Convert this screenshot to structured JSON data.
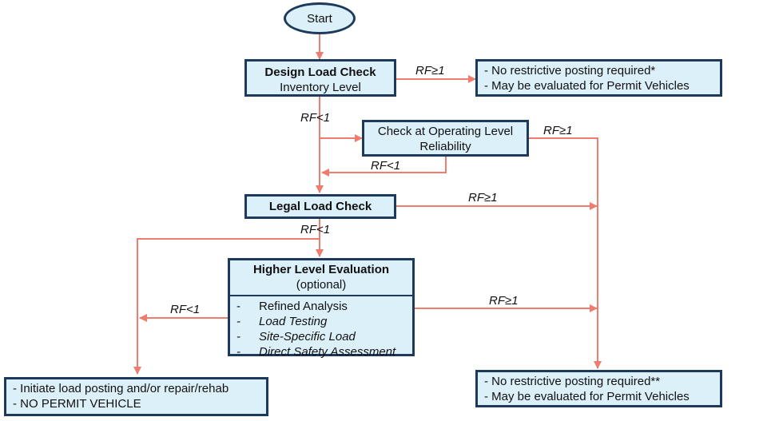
{
  "nodes": {
    "start": {
      "label": "Start"
    },
    "design_load_check": {
      "title": "Design Load Check",
      "subtitle": "Inventory Level"
    },
    "no_posting_top": {
      "line1": "- No restrictive posting required*",
      "line2": "- May be evaluated for Permit Vehicles"
    },
    "operating_level": {
      "line1": "Check at Operating Level",
      "line2": "Reliability"
    },
    "legal_load_check": {
      "title": "Legal Load Check"
    },
    "higher_level": {
      "title": "Higher Level Evaluation",
      "subtitle": "(optional)",
      "items": [
        {
          "dash": "-",
          "label": "Refined Analysis"
        },
        {
          "dash": "-",
          "label": "Load Testing"
        },
        {
          "dash": "-",
          "label": "Site-Specific Load"
        },
        {
          "dash": "-",
          "label": "Direct Safety Assessment"
        }
      ]
    },
    "initiate_posting": {
      "line1": "- Initiate load posting and/or repair/rehab",
      "line2": "- NO PERMIT VEHICLE"
    },
    "no_posting_bottom": {
      "line1": "- No restrictive posting required**",
      "line2": "- May be evaluated for Permit Vehicles"
    }
  },
  "edge_labels": {
    "design_pass": "RF≥1",
    "design_fail": "RF<1",
    "operating_pass": "RF≥1",
    "operating_fail": "RF<1",
    "legal_pass": "RF≥1",
    "legal_fail": "RF<1",
    "higher_pass": "RF≥1",
    "higher_fail": "RF<1"
  },
  "colors": {
    "node_fill": "#dcf0f9",
    "node_border": "#1d3a5c",
    "connector": "#f07c6f"
  }
}
